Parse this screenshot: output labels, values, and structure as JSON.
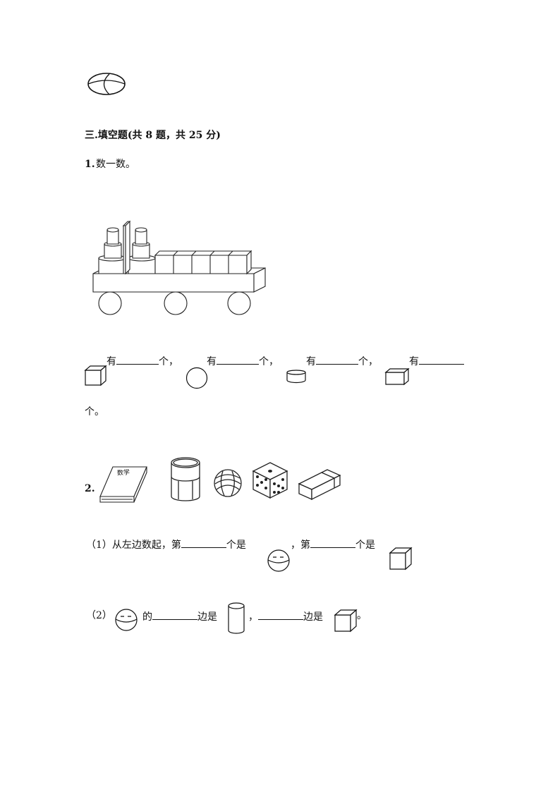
{
  "previous_item": {
    "figure_icon": "ellipse-with-cross-curves"
  },
  "section": {
    "title": "三.填空题(共 8 题，共 25 分)"
  },
  "q1": {
    "number_label": "1.",
    "prompt": "数一数。",
    "figure_icon": "toy-train-made-of-blocks",
    "you": "有",
    "ge": "个，",
    "tail": "个。",
    "shapes": [
      "cube-icon",
      "circle-icon",
      "cylinder-icon",
      "cuboid-icon"
    ]
  },
  "q2": {
    "number_label": "2.",
    "objects": [
      "math-book-icon",
      "tin-can-icon",
      "ball-icon",
      "dice-icon",
      "eraser-icon"
    ],
    "book_text": "数学",
    "p1": {
      "label": "（1）从左边数起，第",
      "mid": "个是",
      "comma_di": "，第",
      "end": "个是"
    },
    "p2": {
      "label": "（2）",
      "de": "的",
      "bianshi": "边是",
      "comma": "，",
      "bianshi2": "边是",
      "period": "。"
    }
  }
}
